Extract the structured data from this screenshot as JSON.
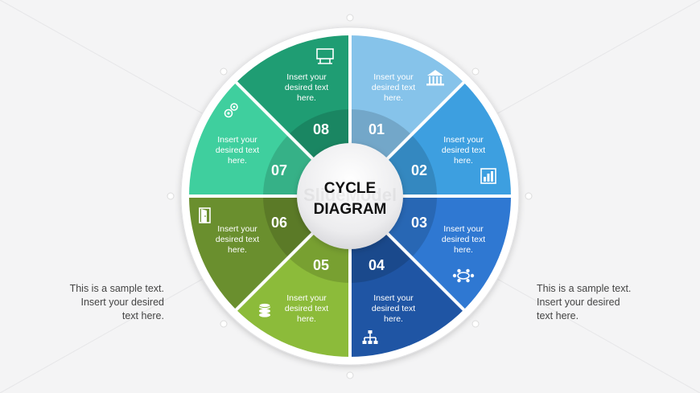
{
  "title": [
    "CYCLE",
    "DIAGRAM"
  ],
  "watermark": "SlideModel",
  "left_note": [
    "This is a sample text.",
    "Insert your desired",
    "text here."
  ],
  "right_note": [
    "This is a sample text.",
    "Insert your desired",
    "text here."
  ],
  "segments": [
    {
      "number": "01",
      "text": [
        "Insert your",
        "desired text",
        "here."
      ],
      "color": "#86c3ea",
      "icon": "bank-icon"
    },
    {
      "number": "02",
      "text": [
        "Insert your",
        "desired text",
        "here."
      ],
      "color": "#3d9fe0",
      "icon": "bar-chart-icon"
    },
    {
      "number": "03",
      "text": [
        "Insert your",
        "desired text",
        "here."
      ],
      "color": "#2f78d2",
      "icon": "meeting-icon"
    },
    {
      "number": "04",
      "text": [
        "Insert your",
        "desired text",
        "here."
      ],
      "color": "#1f55a4",
      "icon": "network-icon"
    },
    {
      "number": "05",
      "text": [
        "Insert your",
        "desired text",
        "here."
      ],
      "color": "#8cbb3a",
      "icon": "database-icon"
    },
    {
      "number": "06",
      "text": [
        "Insert your",
        "desired text",
        "here."
      ],
      "color": "#6a8f2e",
      "icon": "door-icon"
    },
    {
      "number": "07",
      "text": [
        "Insert your",
        "desired text",
        "here."
      ],
      "color": "#3fcf9e",
      "icon": "gears-icon"
    },
    {
      "number": "08",
      "text": [
        "Insert your",
        "desired text",
        "here."
      ],
      "color": "#1f9d73",
      "icon": "billboard-icon"
    }
  ]
}
